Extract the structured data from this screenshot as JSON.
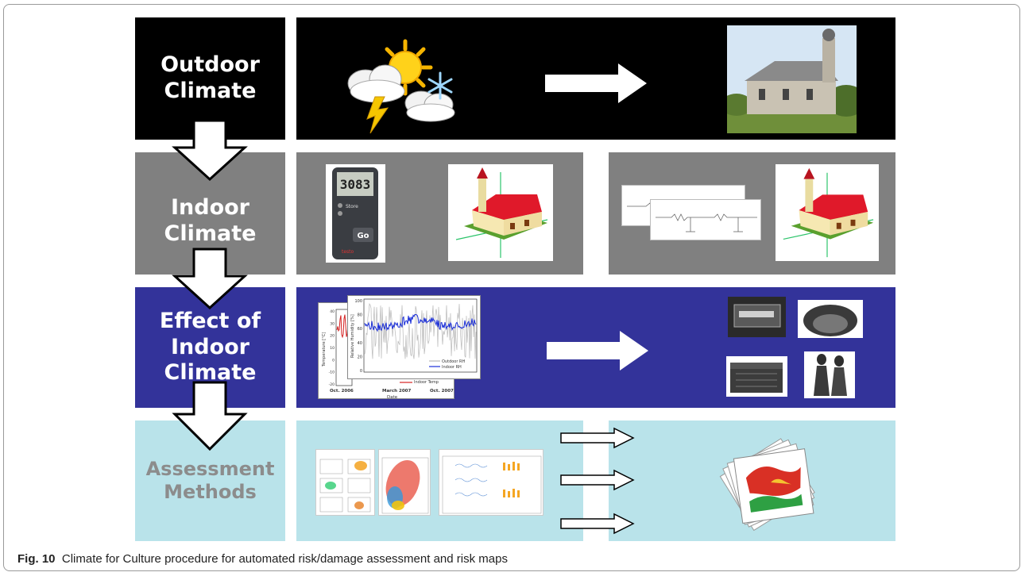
{
  "rows": {
    "outdoor": {
      "label": "Outdoor\nClimate",
      "bg": "#000000",
      "fg": "#ffffff"
    },
    "indoor": {
      "label": "Indoor\nClimate",
      "bg": "#808080",
      "fg": "#ffffff"
    },
    "effect": {
      "label": "Effect of\nIndoor\nClimate",
      "bg": "#33339a",
      "fg": "#ffffff"
    },
    "assessment": {
      "label": "Assessment\nMethods",
      "bg": "#b9e3ea",
      "fg": "#8c8c8c"
    }
  },
  "logger": {
    "display": "3083",
    "button1": "Store",
    "button2": "Go",
    "brand": "testo"
  },
  "chart_data": {
    "type": "line",
    "ylabel_left": "Temperature [°C]",
    "ylabel_right": "Relative Humidity [%]",
    "xlabel": "Date",
    "x_ticks": [
      "Oct. 2006",
      "March 2007",
      "Oct. 2007"
    ],
    "y_ticks_right": [
      "100",
      "80",
      "60",
      "40",
      "20",
      "0"
    ],
    "y_ticks_left": [
      "40",
      "30",
      "20",
      "10",
      "0",
      "-10",
      "-20"
    ],
    "legend": [
      "Outdoor RH",
      "Indoor RH",
      "Indoor Temp"
    ],
    "colors": {
      "outdoor_rh": "#b8b8b8",
      "indoor_rh": "#1a2ed8",
      "indoor_temp": "#d42020"
    }
  },
  "caption": {
    "label": "Fig. 10",
    "text": "Climate for Culture procedure for automated risk/damage assessment and risk maps"
  }
}
